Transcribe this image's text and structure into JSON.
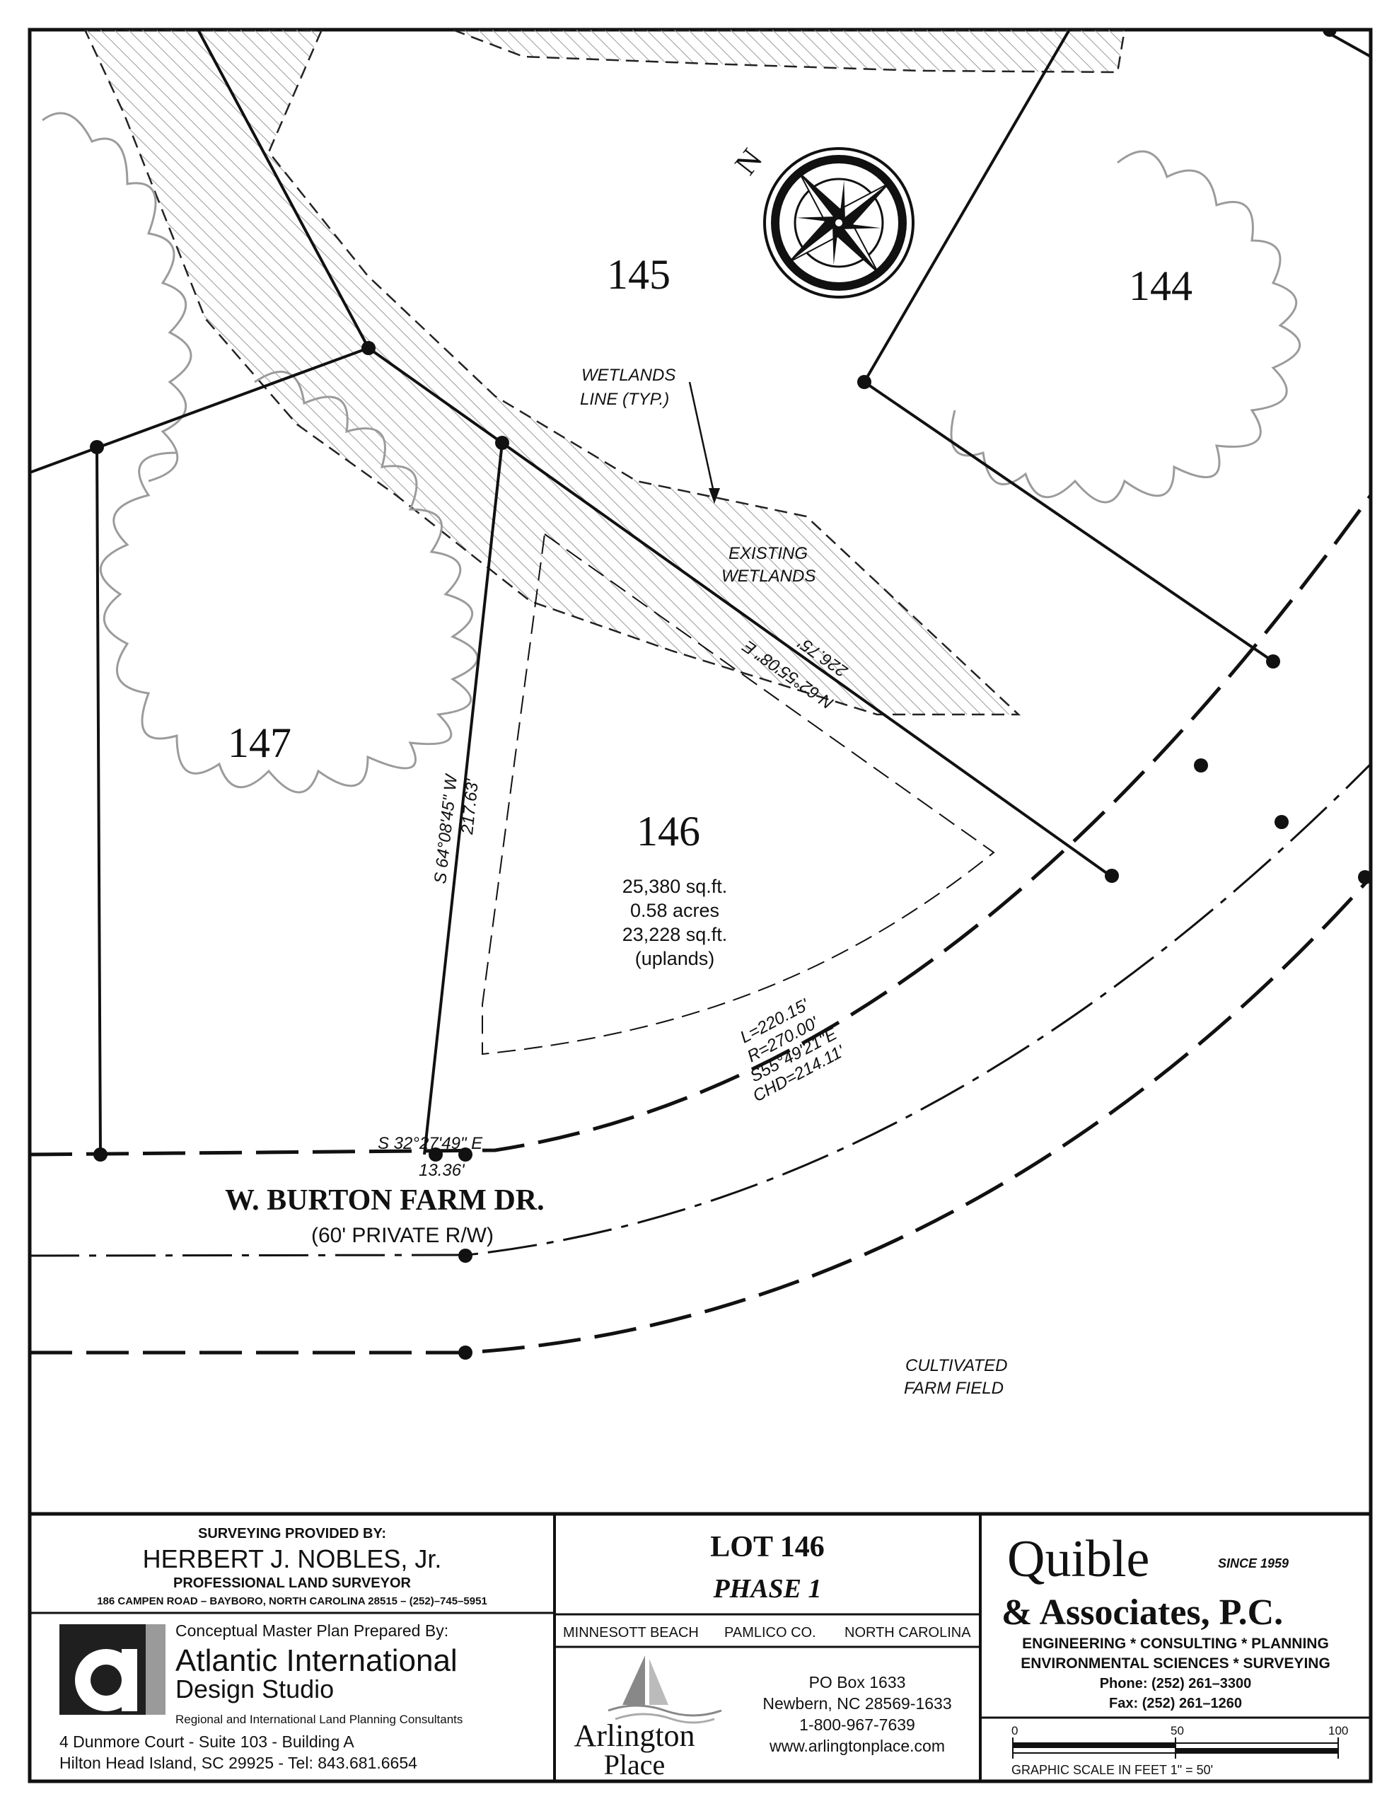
{
  "lots": {
    "lot_145": "145",
    "lot_144": "144",
    "lot_147": "147",
    "lot_146": "146"
  },
  "north_arrow": {
    "label": "N",
    "icon": "compass-rose-icon"
  },
  "lot_146_area": {
    "sqft": "25,380 sq.ft.",
    "acres": "0.58 acres",
    "uplands_sqft": "23,228 sq.ft.",
    "uplands_label": "(uplands)"
  },
  "annotations": {
    "wetlands_line_1": "WETLANDS",
    "wetlands_line_2": "LINE (TYP.)",
    "existing_wetlands_1": "EXISTING",
    "existing_wetlands_2": "WETLANDS",
    "cultivated_1": "CULTIVATED",
    "cultivated_2": "FARM FIELD"
  },
  "bearings": {
    "north_line_bearing": "N 62°55'08\" E",
    "north_line_distance": "226.75'",
    "west_line_bearing": "S 64°08'45\" W",
    "west_line_distance": "217.63'",
    "curve_length": "L=220.15'",
    "curve_radius": "R=270.00'",
    "curve_bearing": "S55°49'21\"E",
    "curve_chord": "CHD=214.11'",
    "frontage_bearing": "S 32°27'49\" E",
    "frontage_distance": "13.36'"
  },
  "road": {
    "name": "W. BURTON FARM DR.",
    "row": "(60' PRIVATE R/W)"
  },
  "title_block": {
    "surveyor": {
      "heading": "SURVEYING PROVIDED BY:",
      "name": "HERBERT  J.  NOBLES,  Jr.",
      "title": "PROFESSIONAL LAND SURVEYOR",
      "address": "186 CAMPEN ROAD – BAYBORO, NORTH CAROLINA 28515 – (252)–745–5951"
    },
    "designer": {
      "heading": "Conceptual Master Plan Prepared By:",
      "name_1": "Atlantic International",
      "name_2": "Design Studio",
      "tagline": "Regional and International Land Planning Consultants",
      "address_1": "4 Dunmore Court - Suite 103 - Building A",
      "address_2": "Hilton Head Island, SC  29925 - Tel:  843.681.6654",
      "logo_text": "ai"
    },
    "project": {
      "lot": "LOT 146",
      "phase": "PHASE 1",
      "town": "MINNESOTT BEACH",
      "county": "PAMLICO CO.",
      "state": "NORTH CAROLINA",
      "brand_1": "Arlington",
      "brand_2": "Place",
      "po_box": "PO Box 1633",
      "city": "Newbern, NC 28569-1633",
      "phone": "1-800-967-7639",
      "web": "www.arlingtonplace.com"
    },
    "engineer": {
      "name_1": "Quible",
      "since": "SINCE  1959",
      "name_2": "& Associates, P.C.",
      "services_1": "ENGINEERING  *  CONSULTING  *  PLANNING",
      "services_2": "ENVIRONMENTAL  SCIENCES  *  SURVEYING",
      "phone": "Phone:  (252)  261–3300",
      "fax": "Fax:  (252)  261–1260",
      "scale_0": "0",
      "scale_50": "50",
      "scale_100": "100",
      "scale_caption": "GRAPHIC  SCALE  IN  FEET  1\"  =  50'"
    }
  }
}
